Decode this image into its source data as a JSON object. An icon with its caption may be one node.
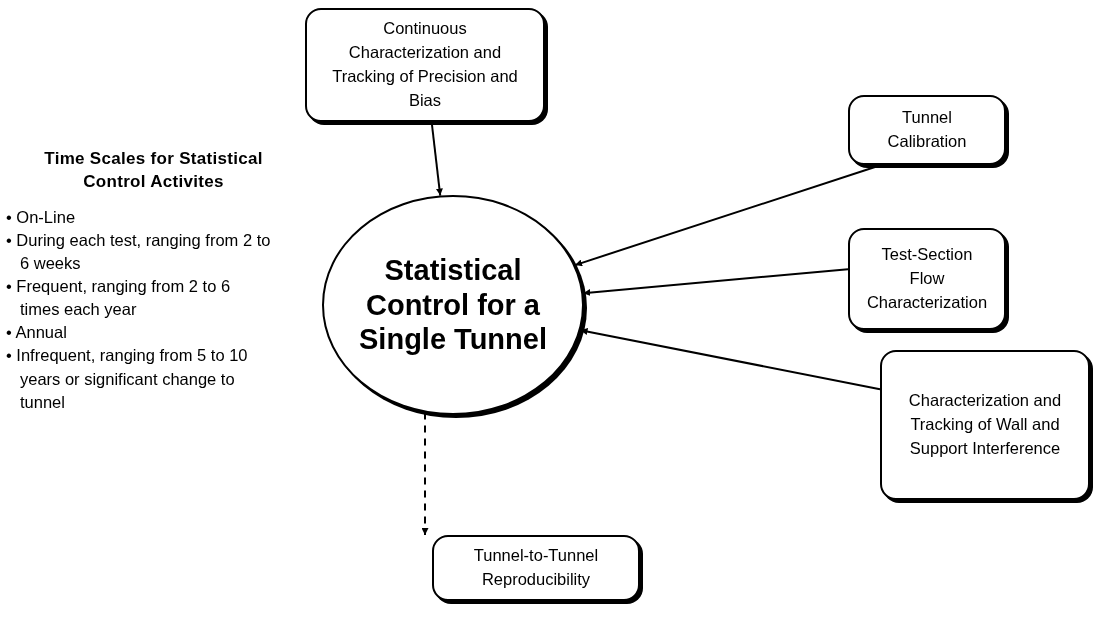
{
  "diagram": {
    "nodes": [
      {
        "text": [
          "Continuous Characterization and Tracking of Precision and Bias"
        ]
      },
      {
        "text": [
          "Tunnel Calibration"
        ]
      },
      {
        "text": [
          "Statistical Control for a Single Tunnel"
        ]
      },
      {
        "text": [
          "Test-Section Flow Characterization"
        ]
      },
      {
        "text": [
          "Characterization and Tracking of Wall and Support Interference"
        ]
      },
      {
        "text": [
          "Tunnel-to-Tunnel Reproducibility"
        ]
      }
    ],
    "edges": [
      {
        "from": 0,
        "to": 2,
        "arrow": "to"
      },
      {
        "from": 1,
        "to": 2,
        "arrow": "to"
      },
      {
        "from": 3,
        "to": 2,
        "arrow": "to"
      },
      {
        "from": 4,
        "to": 2,
        "arrow": "to"
      },
      {
        "from": 2,
        "to": 5,
        "arrow": "to",
        "style": "dashed"
      }
    ],
    "labels": [
      "Time Scales for Statistical Control Activites",
      "• On-Line",
      "• During each test, ranging from 2 to 6 weeks",
      "• Frequent, ranging from 2 to 6 times each year",
      "• Annual",
      "• Infrequent, ranging from 5 to 10 years or significant change to tunnel"
    ]
  }
}
